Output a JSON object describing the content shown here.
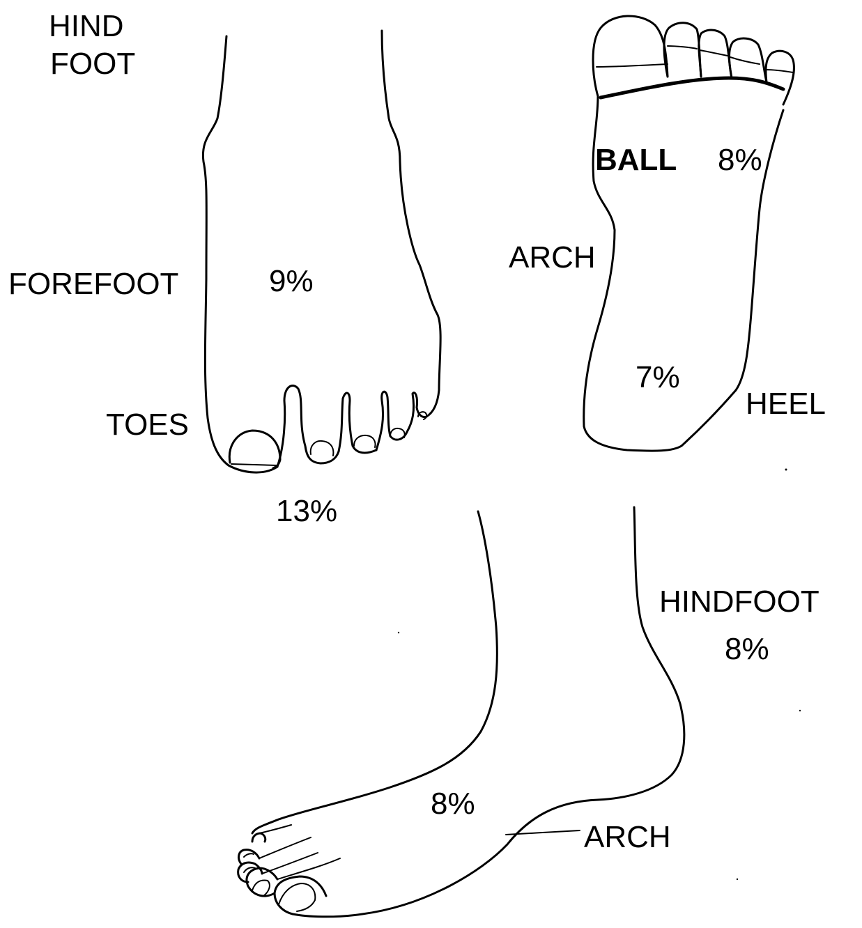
{
  "colors": {
    "ink": "#000000",
    "background": "#ffffff"
  },
  "top_view": {
    "hind_foot_label_line1": "HIND",
    "hind_foot_label_line2": "FOOT",
    "forefoot_label": "FOREFOOT",
    "forefoot_percent": "9%",
    "toes_label": "TOES",
    "toes_percent": "13%"
  },
  "sole_view": {
    "ball_label": "BALL",
    "ball_percent": "8%",
    "arch_label": "ARCH",
    "heel_percent": "7%",
    "heel_label": "HEEL"
  },
  "side_view": {
    "hindfoot_label": "HINDFOOT",
    "hindfoot_percent": "8%",
    "arch_percent": "8%",
    "arch_label": "ARCH"
  }
}
